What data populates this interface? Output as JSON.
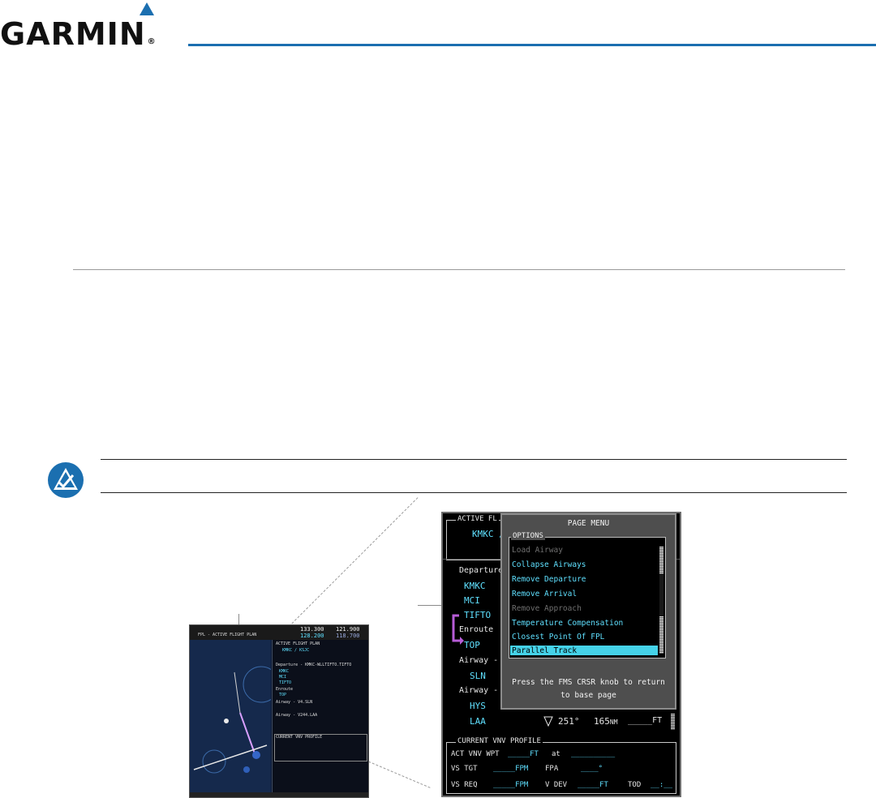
{
  "header": {
    "logo_text": "GARMIN",
    "registered_mark": "®",
    "accent_color": "#1b6fb0"
  },
  "thumbnail": {
    "com1_active": "133.300",
    "com1_standby": "121.900",
    "com2_standby": "128.200",
    "com2_active": "118.700",
    "page_title": "FPL - ACTIVE FLIGHT PLAN",
    "panel_title": "ACTIVE FLIGHT PLAN",
    "route": "KMKC / KSJC",
    "departure_row": "Departure - KMKC-WLLTIFTO.TIFTO",
    "waypoints": [
      "KMKC",
      "MCI",
      "TIFTO"
    ],
    "enroute_label": "Enroute",
    "top_waypoint": "TOP",
    "airway1_row": "Airway - V4.SLN",
    "airway2_row": "Airway - V244.LAA",
    "vnv_title": "CURRENT VNV PROFILE"
  },
  "screen": {
    "flight_plan_label": "ACTIVE FL",
    "route_partial": "KMKC /",
    "departure_label": "Departure",
    "wpt_kmkc": "KMKC",
    "wpt_mci": "MCI",
    "wpt_tifto": "TIFTO",
    "enroute_label": "Enroute",
    "wpt_top": "TOP",
    "airway1_label": "Airway - V",
    "wpt_sln": "SLN",
    "airway2_label": "Airway - V",
    "wpt_hys": "HYS",
    "wpt_laa": "LAA",
    "laa_dtk": "251°",
    "laa_dist_value": "165",
    "laa_dist_unit": "NM",
    "laa_alt": "_____FT",
    "vnv_title": "CURRENT VNV PROFILE",
    "act_vnv_wpt_label": "ACT VNV WPT",
    "act_vnv_wpt_value": "_____FT",
    "at_label": "at",
    "act_vnv_wpt_name": "__________",
    "vs_tgt_label": "VS TGT",
    "vs_tgt_value": "_____FPM",
    "fpa_label": "FPA",
    "fpa_value": "____°",
    "vs_req_label": "VS REQ",
    "vs_req_value": "_____FPM",
    "vdev_label": "V DEV",
    "vdev_value": "_____FT",
    "tod_label": "TOD",
    "tod_value": "__:__"
  },
  "page_menu": {
    "title": "PAGE MENU",
    "options_label": "OPTIONS",
    "items": [
      {
        "label": "Load Airway",
        "enabled": false
      },
      {
        "label": "Collapse Airways",
        "enabled": true
      },
      {
        "label": "Remove Departure",
        "enabled": true
      },
      {
        "label": "Remove Arrival",
        "enabled": true
      },
      {
        "label": "Remove Approach",
        "enabled": false
      },
      {
        "label": "Temperature Compensation",
        "enabled": true
      },
      {
        "label": "Closest Point Of FPL",
        "enabled": true
      },
      {
        "label": "Parallel Track",
        "enabled": true,
        "selected": true
      }
    ],
    "help_line1": "Press the FMS CRSR knob to return",
    "help_line2": "to base page",
    "highlight_color": "#45d2e8"
  }
}
